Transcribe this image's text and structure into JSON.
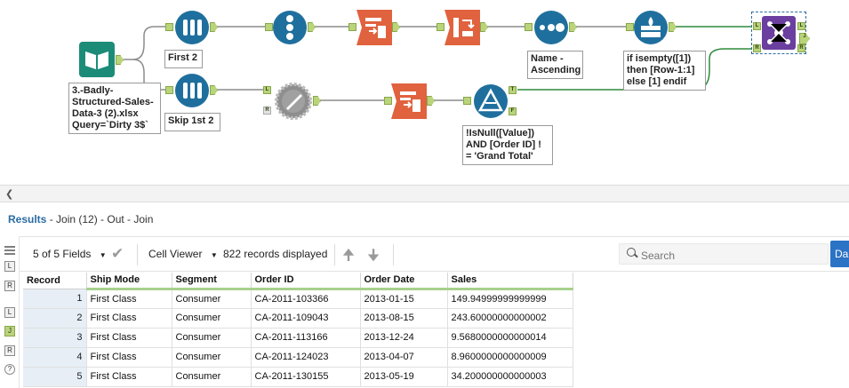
{
  "workflow": {
    "input_annotation": [
      "3.-Badly-",
      "Structured-Sales-",
      "Data-3 (2).xlsx",
      "Query=`Dirty 3$`"
    ],
    "sample_top_annotation": "First 2",
    "sample_bottom_annotation": "Skip 1st 2",
    "sort_annotation": [
      "Name -",
      "Ascending"
    ],
    "multirow_annotation": [
      "if isempty([1])",
      "then [Row-1:1]",
      "else [1] endif"
    ],
    "filter_annotation": [
      "!IsNull([Value])",
      "AND [Order ID] !",
      "= 'Grand Total'"
    ],
    "anchor_labels": {
      "left": "L",
      "right": "R",
      "join": "J",
      "true": "T",
      "false": "F"
    },
    "colors": {
      "sample": "#1f6f9e",
      "transform": "#e0623e",
      "join": "#6b3fa0",
      "input": "#1c8c79",
      "preparation": "#1f6f9e",
      "wire": "#8c8c8c",
      "wire_true": "#2e8b3c"
    }
  },
  "results": {
    "title": "Results",
    "path": " - Join (12) - Out - Join",
    "fields_label": "5 of 5 Fields",
    "viewer_label": "Cell Viewer",
    "records_label": "822 records displayed",
    "search_placeholder": "Search",
    "data_button": "Da"
  },
  "rail": {
    "items": [
      "L",
      "R",
      "L",
      "J",
      "R",
      "?"
    ]
  },
  "table": {
    "columns": [
      "Record",
      "Ship Mode",
      "Segment",
      "Order ID",
      "Order Date",
      "Sales"
    ],
    "rows": [
      [
        "1",
        "First Class",
        "Consumer",
        "CA-2011-103366",
        "2013-01-15",
        "149.94999999999999"
      ],
      [
        "2",
        "First Class",
        "Consumer",
        "CA-2011-109043",
        "2013-08-15",
        "243.60000000000002"
      ],
      [
        "3",
        "First Class",
        "Consumer",
        "CA-2011-113166",
        "2013-12-24",
        "9.5680000000000014"
      ],
      [
        "4",
        "First Class",
        "Consumer",
        "CA-2011-124023",
        "2013-04-07",
        "8.9600000000000009"
      ],
      [
        "5",
        "First Class",
        "Consumer",
        "CA-2011-130155",
        "2013-05-19",
        "34.200000000000003"
      ]
    ]
  }
}
